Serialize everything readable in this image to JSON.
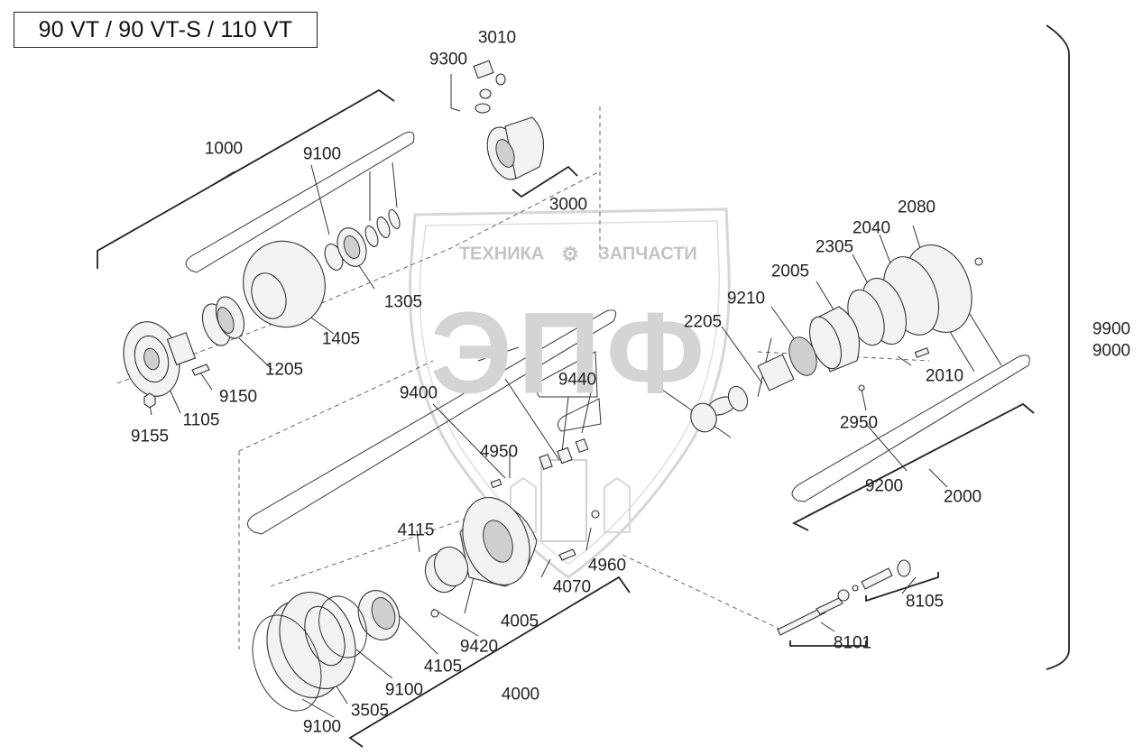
{
  "title": "90 VT / 90 VT-S / 110 VT",
  "watermark": {
    "left": "ТЕХНИКА",
    "right": "ЗАПЧАСТИ",
    "big": "ЭПФ",
    "gear_icon": "gear-icon"
  },
  "callouts": {
    "c3010": "3010",
    "c9300": "9300",
    "c3000": "3000",
    "c1000": "1000",
    "c9100_top": "9100",
    "c1305": "1305",
    "c1405": "1405",
    "c1205": "1205",
    "c9150": "9150",
    "c1105": "1105",
    "c9155": "9155",
    "c2080": "2080",
    "c2040": "2040",
    "c2305": "2305",
    "c2005": "2005",
    "c9210": "9210",
    "c2205": "2205",
    "c9900": "9900",
    "c9000": "9000",
    "c2010": "2010",
    "c2950": "2950",
    "c9200": "9200",
    "c2000": "2000",
    "c9440": "9440",
    "c9400": "9400",
    "c4950": "4950",
    "c4115": "4115",
    "c4960": "4960",
    "c4070": "4070",
    "c4005": "4005",
    "c9420": "9420",
    "c4105": "4105",
    "c9100_mid": "9100",
    "c4000": "4000",
    "c3505": "3505",
    "c9100_bot": "9100",
    "c8105": "8105",
    "c8101": "8101"
  },
  "colors": {
    "line": "#333333",
    "watermark": "#c8c8c8",
    "background": "#ffffff"
  }
}
